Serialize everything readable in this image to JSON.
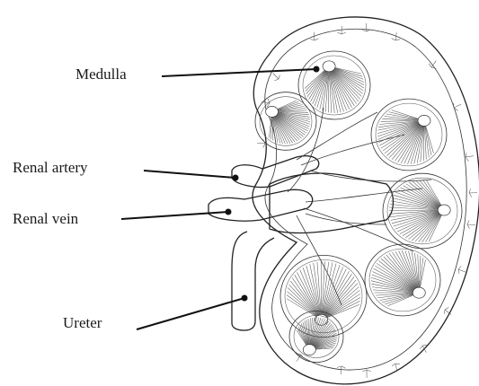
{
  "labels": {
    "medulla": "Medulla",
    "renal_artery": "Renal artery",
    "renal_vein": "Renal vein",
    "ureter": "Ureter"
  },
  "colors": {
    "ink": "#222222",
    "background": "#ffffff"
  }
}
